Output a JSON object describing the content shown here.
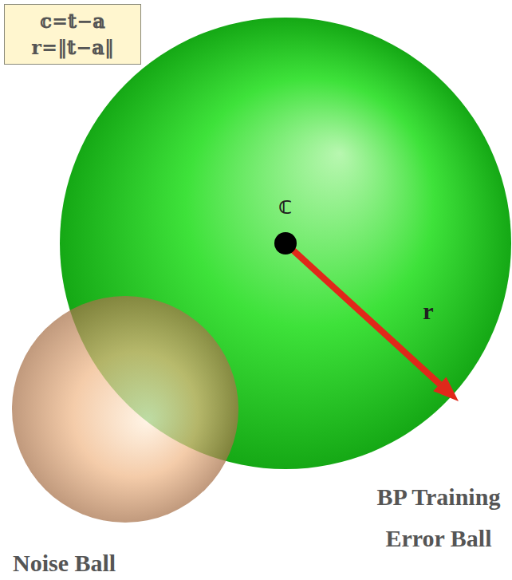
{
  "diagram": {
    "nodes": [
      {
        "text": [
          "𝕔=𝕥−𝕒",
          "r=‖𝕥−𝕒‖"
        ]
      },
      {
        "text": [
          "BP Training Error Ball"
        ]
      },
      {
        "text": [
          "Noise Ball"
        ]
      }
    ],
    "labels": [
      "𝕔",
      "r"
    ]
  }
}
